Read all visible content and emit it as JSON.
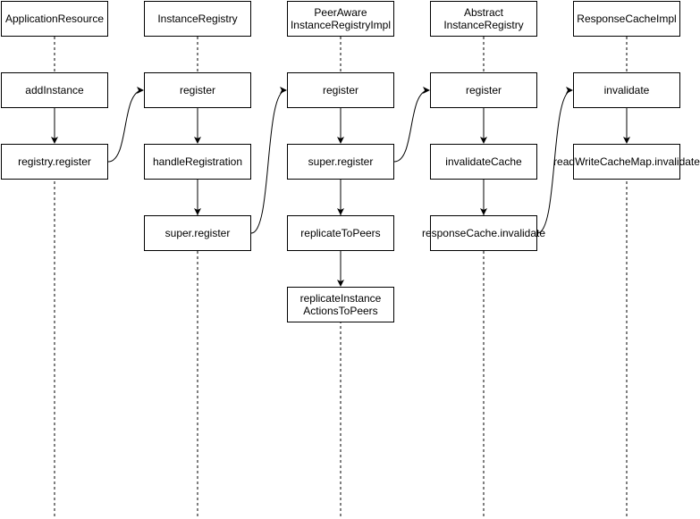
{
  "lifelines": [
    {
      "header": "ApplicationResource",
      "calls": [
        "addInstance",
        "registry.register"
      ]
    },
    {
      "header": "InstanceRegistry",
      "calls": [
        "register",
        "handleRegistration",
        "super.register"
      ]
    },
    {
      "header": "PeerAware\nInstanceRegistryImpl",
      "calls": [
        "register",
        "super.register",
        "replicateToPeers",
        "replicateInstance\nActionsToPeers"
      ]
    },
    {
      "header": "Abstract\nInstanceRegistry",
      "calls": [
        "register",
        "invalidateCache",
        "responseCache.invalidate"
      ]
    },
    {
      "header": "ResponseCacheImpl",
      "calls": [
        "invalidate",
        "readWriteCacheMap.invalidate"
      ]
    }
  ]
}
